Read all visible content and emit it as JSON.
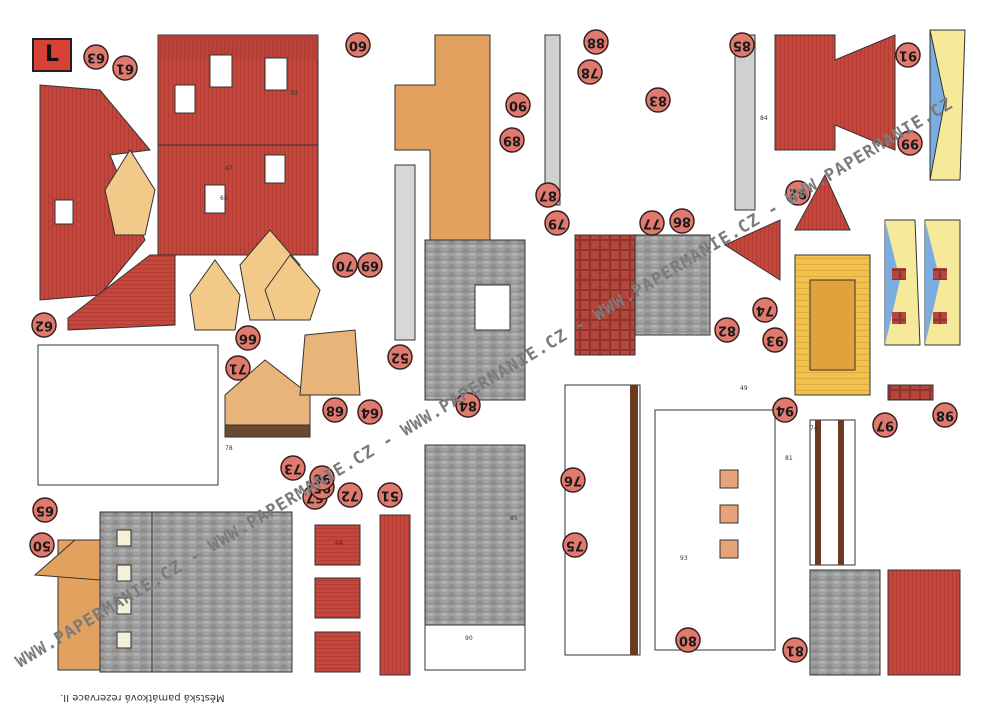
{
  "sheet_letter": "L",
  "footer_text": "Městská památková rezervace II.",
  "watermark": [
    "WWW.PAPERMANIE.CZ - WWW.PAPERMANIE.CZ - WWW.PAPERMANIE.CZ - WWW.PAPERMANIE.CZ - WWW.PAPERMANIE.CZ"
  ],
  "part_numbers": [
    "50",
    "51",
    "52",
    "60",
    "61",
    "62",
    "63",
    "64",
    "65",
    "66",
    "67",
    "68",
    "69",
    "70",
    "71",
    "72",
    "73",
    "74",
    "75",
    "76",
    "77",
    "78",
    "79",
    "80",
    "81",
    "82",
    "83",
    "84",
    "85",
    "86",
    "87",
    "88",
    "89",
    "90",
    "91",
    "92",
    "93",
    "94",
    "95",
    "96",
    "97",
    "98",
    "99"
  ],
  "dimension_labels": [
    "84",
    "50",
    "49",
    "74",
    "85",
    "93",
    "81",
    "47",
    "44",
    "66",
    "78",
    "90"
  ],
  "colors": {
    "roof": "#c6463c",
    "stone": "#9a9a9a",
    "ochre": "#e3a15f",
    "wood": "#e8b94a",
    "brick": "#b5463d",
    "badge": "#e07a6f"
  }
}
